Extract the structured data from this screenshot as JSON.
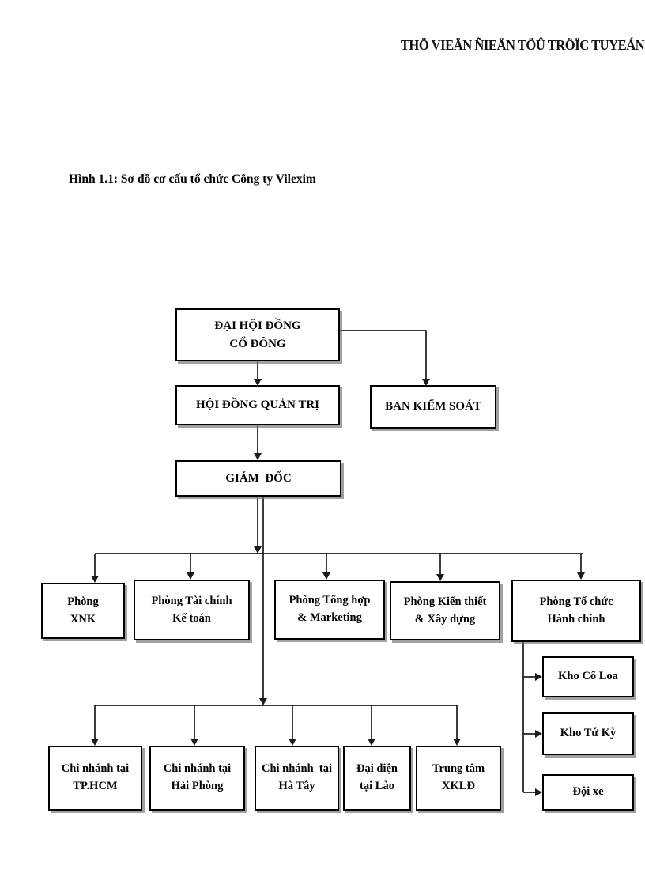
{
  "page": {
    "watermark": "THÖ VIEÄN ÑIEÄN TÖÛ TRÖÏC TUYEÁN",
    "caption": "Hình 1.1: Sơ đồ cơ cấu tổ chức Công ty Vilexim"
  },
  "colors": {
    "background": "#ffffff",
    "box_border": "#000000",
    "line": "#1a1a1a",
    "shadow": "#6e6e6e",
    "text": "#000000"
  },
  "org": {
    "nodes": {
      "dhdcd": "ĐẠI HỘI ĐỒNG\nCỔ ĐÔNG",
      "hdqt": "HỘI ĐỒNG QUẢN TRỊ",
      "bks": "BAN KIỂM SOÁT",
      "gd": "GIÁM  ĐỐC",
      "xnk": "Phòng\nXNK",
      "tckt": "Phòng Tài chính\nKế toán",
      "tonghop": "Phòng Tổng hợp\n& Marketing",
      "kienthiet": "Phòng Kiến thiết\n& Xây dựng",
      "tochuc": "Phòng Tổ chức\nHành chính",
      "khocoloa": "Kho Cổ Loa",
      "khotuky": "Kho Tứ Kỳ",
      "doixe": "Đội xe",
      "cnhcm": "Chi nhánh tại\nTP.HCM",
      "cnhp": "Chi nhánh tại\nHải Phòng",
      "cnht": "Chi nhánh  tại\nHà Tây",
      "ddlao": "Đại diện\ntại Lào",
      "ttxkld": "Trung tâm\nXKLĐ"
    },
    "edges": [
      {
        "from": "dhdcd",
        "to": "hdqt"
      },
      {
        "from": "dhdcd",
        "to": "bks"
      },
      {
        "from": "hdqt",
        "to": "gd"
      },
      {
        "from": "gd",
        "to": "xnk"
      },
      {
        "from": "gd",
        "to": "tckt"
      },
      {
        "from": "gd",
        "to": "tonghop"
      },
      {
        "from": "gd",
        "to": "kienthiet"
      },
      {
        "from": "gd",
        "to": "tochuc"
      },
      {
        "from": "gd",
        "to": "cnhcm"
      },
      {
        "from": "gd",
        "to": "cnhp"
      },
      {
        "from": "gd",
        "to": "cnht"
      },
      {
        "from": "gd",
        "to": "ddlao"
      },
      {
        "from": "gd",
        "to": "ttxkld"
      },
      {
        "from": "tochuc",
        "to": "khocoloa"
      },
      {
        "from": "tochuc",
        "to": "khotuky"
      },
      {
        "from": "tochuc",
        "to": "doixe"
      }
    ]
  }
}
